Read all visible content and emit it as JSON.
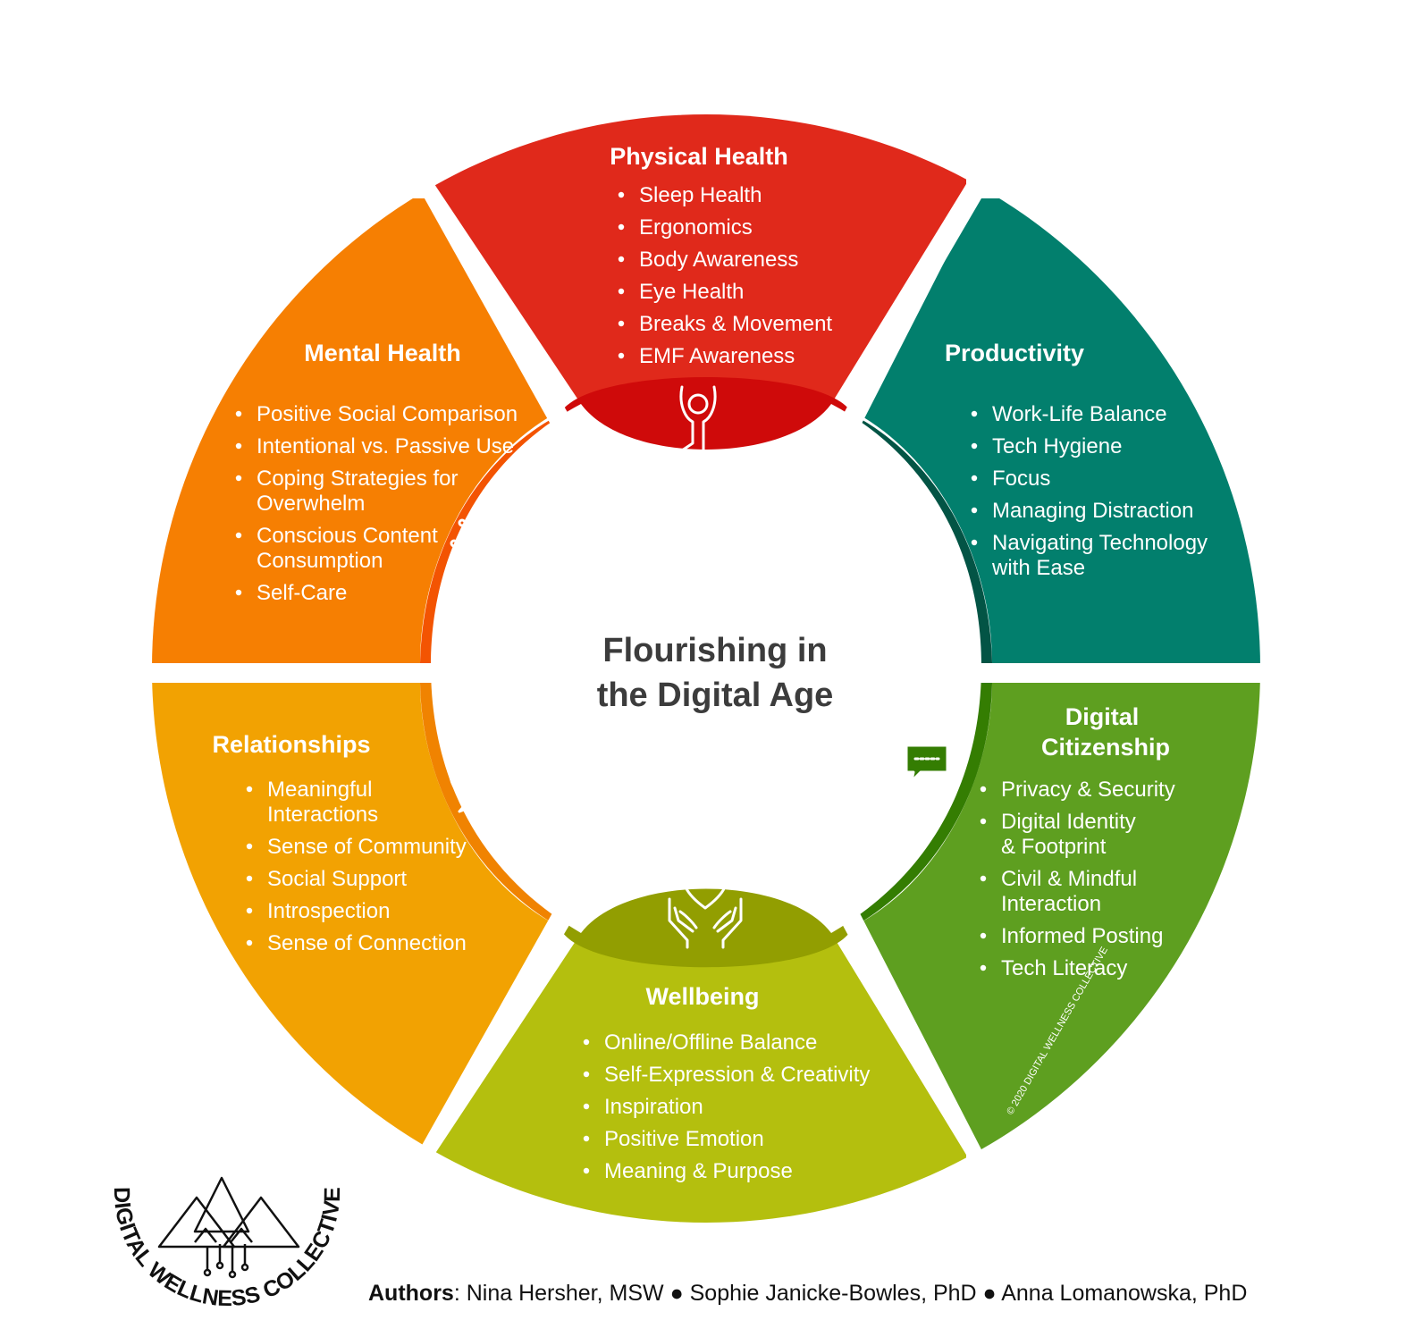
{
  "center_title": [
    "Flourishing in",
    "the Digital Age"
  ],
  "colors": {
    "physical": "#e0291b",
    "productivity": "#027f6d",
    "citizenship": "#5e9f20",
    "wellbeing": "#b4bf0e",
    "relationships": "#f2a202",
    "mental": "#f67f02"
  },
  "segments": [
    {
      "key": "physical",
      "title": "Physical Health",
      "icon": "yoga-pose-icon",
      "items": [
        "Sleep Health",
        "Ergonomics",
        "Body Awareness",
        "Eye Health",
        "Breaks & Movement",
        "EMF Awareness"
      ]
    },
    {
      "key": "productivity",
      "title": "Productivity",
      "icon": "gear-icon",
      "items": [
        "Work-Life Balance",
        "Tech Hygiene",
        "Focus",
        "Managing Distraction",
        "Navigating Technology with Ease"
      ]
    },
    {
      "key": "citizenship",
      "title": "Digital Citizenship",
      "icon": "laptop-chat-icon",
      "items": [
        "Privacy & Security",
        "Digital Identity & Footprint",
        "Civil & Mindful Interaction",
        "Informed Posting",
        "Tech Literacy"
      ]
    },
    {
      "key": "wellbeing",
      "title": "Wellbeing",
      "icon": "heart-hands-icon",
      "items": [
        "Online/Offline Balance",
        "Self-Expression & Creativity",
        "Inspiration",
        "Positive Emotion",
        "Meaning & Purpose"
      ]
    },
    {
      "key": "relationships",
      "title": "Relationships",
      "icon": "chat-bubbles-icon",
      "items": [
        "Meaningful Interactions",
        "Sense of Community",
        "Social Support",
        "Introspection",
        "Sense of Connection"
      ]
    },
    {
      "key": "mental",
      "title": "Mental Health",
      "icon": "mind-head-icon",
      "items": [
        "Positive Social Comparison",
        "Intentional vs. Passive Use",
        "Coping Strategies for Overwhelm",
        "Conscious Content Consumption",
        "Self-Care"
      ]
    }
  ],
  "copyright": "© 2020 DIGITAL WELLNESS COLLECTIVE",
  "logo_text": "DIGITAL WELLNESS COLLECTIVE",
  "authors": {
    "label": "Authors",
    "names": "Nina Hersher, MSW  ● Sophie Janicke-Bowles, PhD ●  Anna Lomanowska, PhD"
  }
}
